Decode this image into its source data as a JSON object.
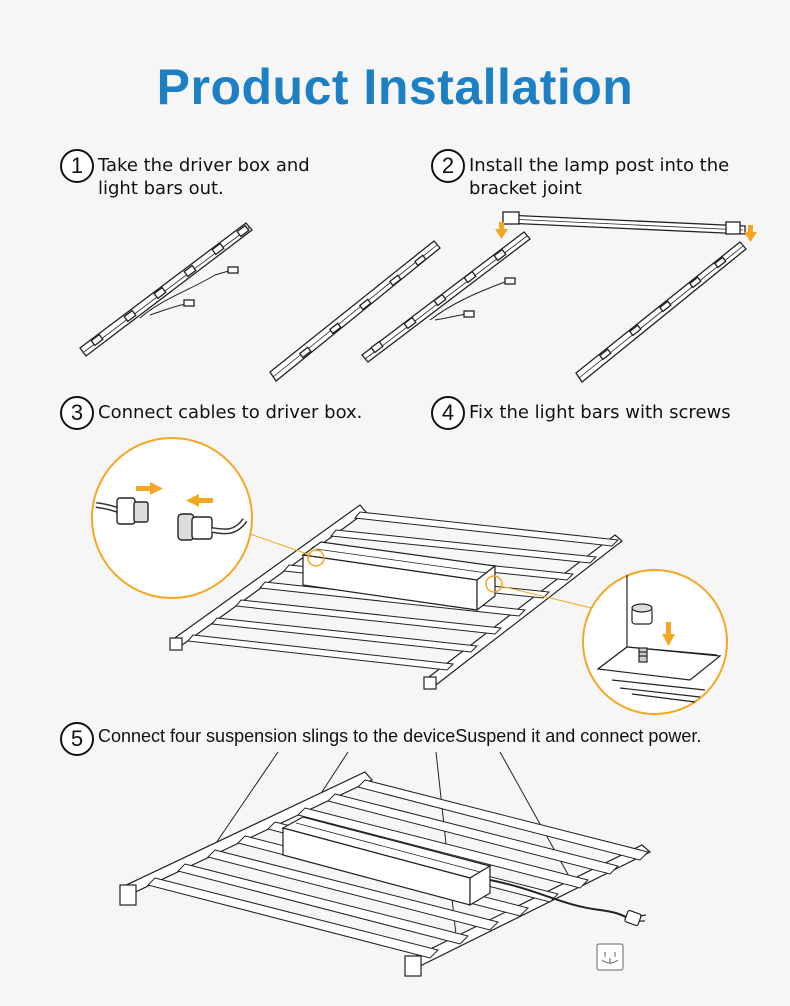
{
  "title": "Product Installation",
  "steps": [
    {
      "num": "1",
      "text_line1": "Take the driver box and",
      "text_line2": "light bars out."
    },
    {
      "num": "2",
      "text_line1": "Install the lamp post into the",
      "text_line2": "bracket joint"
    },
    {
      "num": "3",
      "text": "Connect cables to driver box."
    },
    {
      "num": "4",
      "text": "Fix the light bars with screws"
    },
    {
      "num": "5",
      "text": "Connect four suspension slings to the deviceSuspend it and connect power."
    }
  ],
  "colors": {
    "title": "#1d7fc4",
    "accent_orange": "#f5a623",
    "line": "#222222"
  },
  "icons": [
    "connector-icon",
    "screw-icon",
    "arrow-icon",
    "power-plug-icon",
    "wall-socket-icon"
  ]
}
